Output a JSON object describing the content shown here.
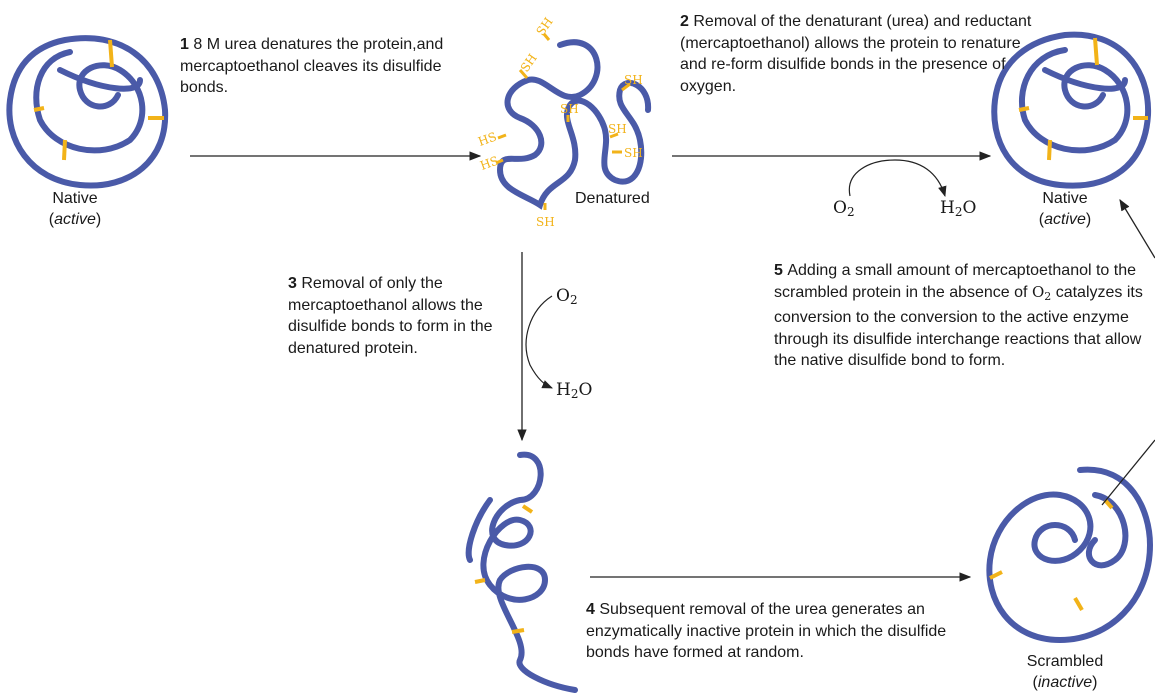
{
  "steps": [
    {
      "num": "1",
      "text": "8 M urea denatures the protein,and mercaptoethanol cleaves its disulfide bonds."
    },
    {
      "num": "2",
      "text": "Removal of the denaturant (urea) and reductant (mercaptoethanol) allows the protein to renature and re-form disulfide bonds in the presence of oxygen."
    },
    {
      "num": "3",
      "text": "Removal of only the mercaptoethanol allows the disulfide bonds to form in the denatured protein."
    },
    {
      "num": "4",
      "text": "Subsequent removal of the urea generates an enzymatically inactive protein in which the disulfide bonds have formed at random."
    },
    {
      "num": "5",
      "text_before": "Adding a small amount of mercaptoethanol to the scrambled protein in the absence of ",
      "o2": "O",
      "o2_sub": "2",
      "text_after": " catalyzes its conversion to the conversion to the active enzyme through its disulfide interchange reactions that allow the native disulfide bond to form."
    }
  ],
  "labels": {
    "native_left": "Native",
    "native_left_state": "active",
    "denatured": "Denatured",
    "native_right": "Native",
    "native_right_state": "active",
    "scrambled": "Scrambled",
    "scrambled_state": "inactive"
  },
  "chem": {
    "o2_main": "O",
    "o2_sub": "2",
    "h2o_h": "H",
    "h2o_sub": "2",
    "h2o_o": "O"
  },
  "sh_labels": [
    "SH",
    "SH",
    "SH",
    "SH",
    "SH",
    "SH",
    "HS",
    "HS",
    "SH"
  ],
  "colors": {
    "chain": "#4a5aa8",
    "disulfide": "#f2b319",
    "arrow": "#222222"
  }
}
